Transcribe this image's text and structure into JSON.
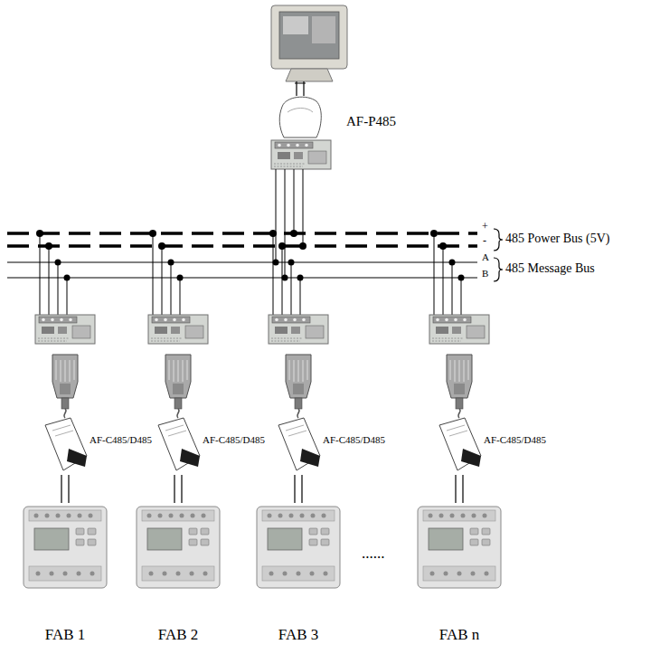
{
  "diagram": {
    "nodes": [
      {
        "text": [
          "AF-P485"
        ]
      },
      {
        "text": [
          "AF-C485/D485"
        ]
      },
      {
        "text": [
          "AF-C485/D485"
        ]
      },
      {
        "text": [
          "AF-C485/D485"
        ]
      },
      {
        "text": [
          "AF-C485/D485"
        ]
      },
      {
        "text": [
          "FAB 1"
        ]
      },
      {
        "text": [
          "FAB 2"
        ]
      },
      {
        "text": [
          "FAB 3"
        ]
      },
      {
        "text": [
          "FAB n"
        ]
      }
    ],
    "edges": [
      {
        "from": 1,
        "to": 5,
        "arrow": "none"
      },
      {
        "from": 2,
        "to": 6,
        "arrow": "none"
      },
      {
        "from": 3,
        "to": 7,
        "arrow": "none"
      },
      {
        "from": 4,
        "to": 8,
        "arrow": "none"
      }
    ],
    "labels": [
      "+",
      "-",
      "485 Power Bus (5V)",
      "A",
      "B",
      "485 Message Bus",
      "......"
    ]
  }
}
